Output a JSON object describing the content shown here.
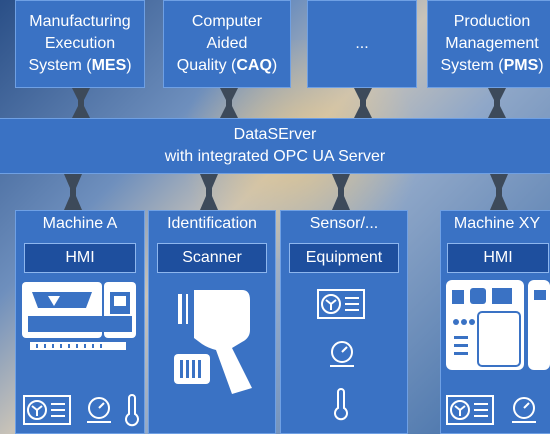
{
  "top_systems": [
    {
      "line1": "Manufacturing",
      "line2": "Execution",
      "line3_prefix": "System (",
      "abbr": "MES",
      "line3_suffix": ")"
    },
    {
      "line1": "Computer",
      "line2": "Aided",
      "line3_prefix": "Quality (",
      "abbr": "CAQ",
      "line3_suffix": ")"
    },
    {
      "line1": "...",
      "line2": "",
      "line3_prefix": "",
      "abbr": "",
      "line3_suffix": ""
    },
    {
      "line1": "Production",
      "line2": "Management",
      "line3_prefix": "System (",
      "abbr": "PMS",
      "line3_suffix": ")"
    }
  ],
  "server": {
    "line1": "DataSErver",
    "line2": "with integrated OPC UA Server"
  },
  "machines": [
    {
      "title": "Machine A",
      "sub": "HMI"
    },
    {
      "title": "Identification",
      "sub": "Scanner"
    },
    {
      "title": "Sensor/...",
      "sub": "Equipment"
    },
    {
      "title": "Machine XY",
      "sub": "HMI"
    }
  ],
  "colors": {
    "box": "#3a72c4",
    "box_border": "#6fa0e4",
    "sub": "#1e4f9e",
    "connector": "#3d4a5a"
  }
}
